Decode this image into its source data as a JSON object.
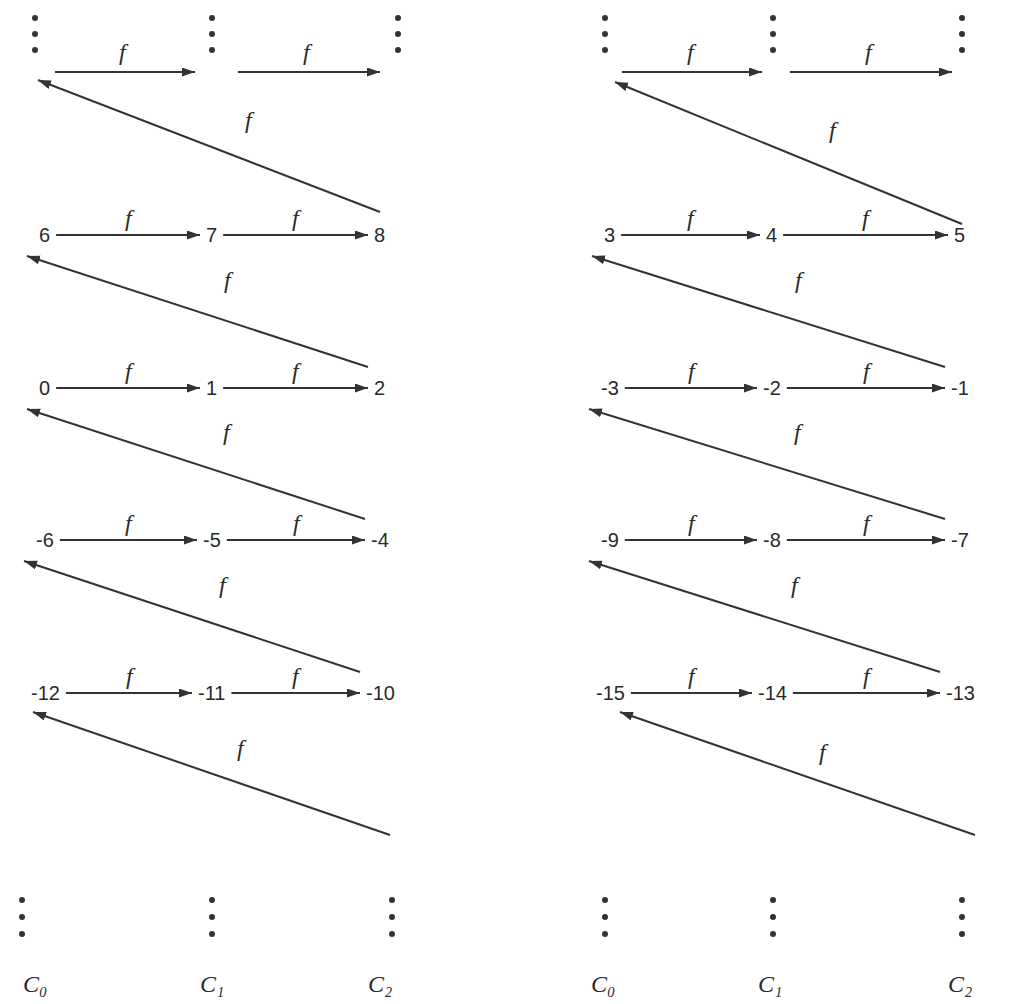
{
  "diagram": {
    "nodes": [
      {
        "text": [
          "6"
        ]
      },
      {
        "text": [
          "7"
        ]
      },
      {
        "text": [
          "8"
        ]
      },
      {
        "text": [
          "3"
        ]
      },
      {
        "text": [
          "4"
        ]
      },
      {
        "text": [
          "5"
        ]
      },
      {
        "text": [
          "0"
        ]
      },
      {
        "text": [
          "1"
        ]
      },
      {
        "text": [
          "2"
        ]
      },
      {
        "text": [
          "-3"
        ]
      },
      {
        "text": [
          "-2"
        ]
      },
      {
        "text": [
          "-1"
        ]
      },
      {
        "text": [
          "-6"
        ]
      },
      {
        "text": [
          "-5"
        ]
      },
      {
        "text": [
          "-4"
        ]
      },
      {
        "text": [
          "-9"
        ]
      },
      {
        "text": [
          "-8"
        ]
      },
      {
        "text": [
          "-7"
        ]
      },
      {
        "text": [
          "-12"
        ]
      },
      {
        "text": [
          "-11"
        ]
      },
      {
        "text": [
          "-10"
        ]
      },
      {
        "text": [
          "-15"
        ]
      },
      {
        "text": [
          "-14"
        ]
      },
      {
        "text": [
          "-13"
        ]
      }
    ],
    "edges": [
      {
        "from": 0,
        "to": 1,
        "label": "f",
        "arrow": "to"
      },
      {
        "from": 1,
        "to": 2,
        "label": "f",
        "arrow": "to"
      },
      {
        "from": 3,
        "to": 4,
        "label": "f",
        "arrow": "to"
      },
      {
        "from": 4,
        "to": 5,
        "label": "f",
        "arrow": "to"
      },
      {
        "from": 6,
        "to": 7,
        "label": "f",
        "arrow": "to"
      },
      {
        "from": 7,
        "to": 8,
        "label": "f",
        "arrow": "to"
      },
      {
        "from": 8,
        "to": 0,
        "label": "f",
        "arrow": "to"
      },
      {
        "from": 9,
        "to": 10,
        "label": "f",
        "arrow": "to"
      },
      {
        "from": 10,
        "to": 11,
        "label": "f",
        "arrow": "to"
      },
      {
        "from": 11,
        "to": 3,
        "label": "f",
        "arrow": "to"
      },
      {
        "from": 12,
        "to": 13,
        "label": "f",
        "arrow": "to"
      },
      {
        "from": 13,
        "to": 14,
        "label": "f",
        "arrow": "to"
      },
      {
        "from": 14,
        "to": 6,
        "label": "f",
        "arrow": "to"
      },
      {
        "from": 15,
        "to": 16,
        "label": "f",
        "arrow": "to"
      },
      {
        "from": 16,
        "to": 17,
        "label": "f",
        "arrow": "to"
      },
      {
        "from": 17,
        "to": 9,
        "label": "f",
        "arrow": "to"
      },
      {
        "from": 18,
        "to": 19,
        "label": "f",
        "arrow": "to"
      },
      {
        "from": 19,
        "to": 20,
        "label": "f",
        "arrow": "to"
      },
      {
        "from": 20,
        "to": 12,
        "label": "f",
        "arrow": "to"
      },
      {
        "from": 21,
        "to": 22,
        "label": "f",
        "arrow": "to"
      },
      {
        "from": 22,
        "to": 23,
        "label": "f",
        "arrow": "to"
      },
      {
        "from": 23,
        "to": 15,
        "label": "f",
        "arrow": "to"
      }
    ],
    "labels": [
      "f",
      "f",
      "f",
      "f",
      "f",
      "f",
      "f",
      "f",
      "C₀",
      "C₁",
      "C₂",
      "C₀",
      "C₁",
      "C₂"
    ]
  }
}
